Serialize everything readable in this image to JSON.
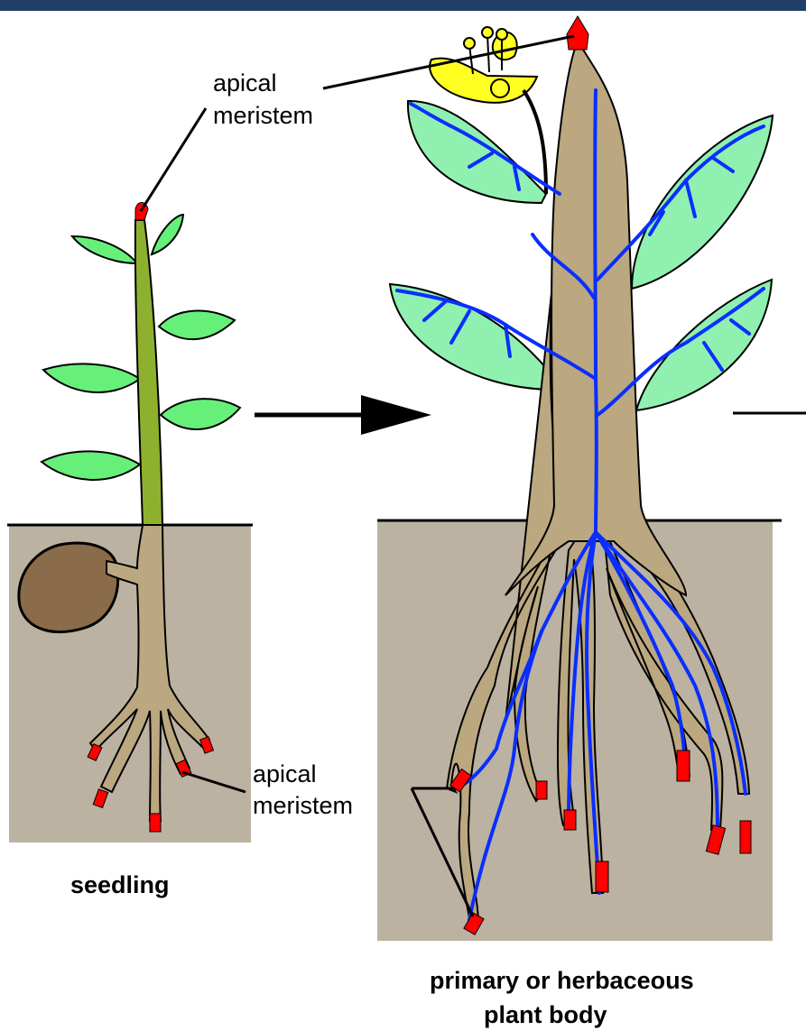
{
  "labels": {
    "apical_top": [
      "apical",
      "meristem"
    ],
    "apical_bottom": [
      "apical",
      "meristem"
    ],
    "seedling": "seedling",
    "plant_body": [
      "primary or herbaceous",
      "plant body"
    ]
  },
  "colors": {
    "header_bar": "#1f3f66",
    "soil": "#bcb2a2",
    "stem_tan": "#bba880",
    "stem_green": "#8db12f",
    "leaf": "#66f07a",
    "leaf_mature": "#8ff0b0",
    "vein": "#0a2eff",
    "meristem": "#ff0000",
    "seed": "#8a6b4a",
    "flower": "#ffff22"
  }
}
